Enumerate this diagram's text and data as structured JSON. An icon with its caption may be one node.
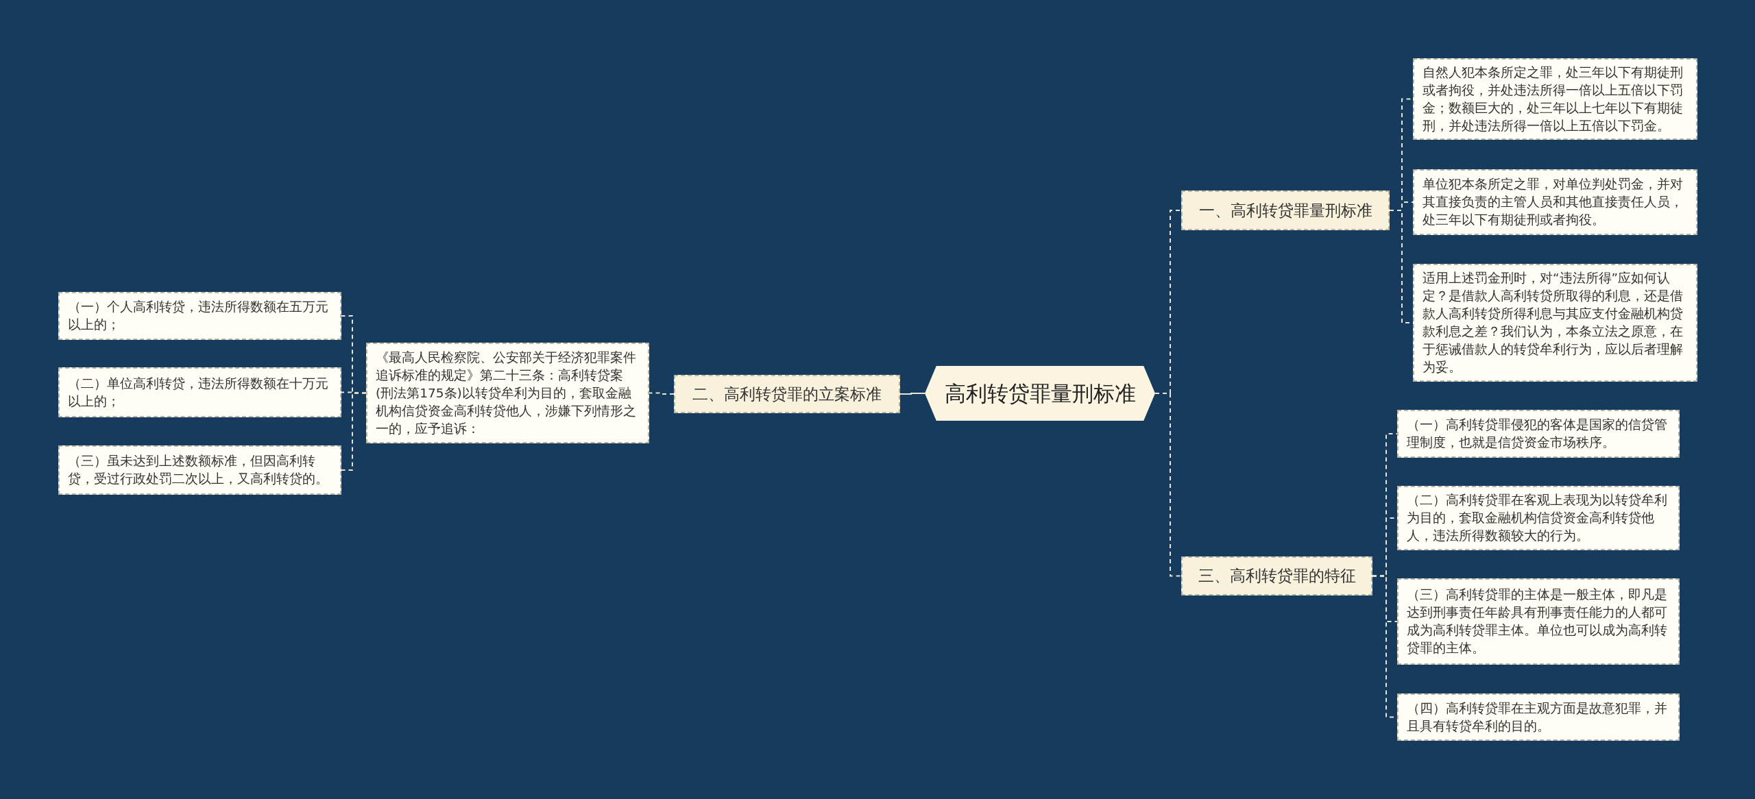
{
  "diagram": {
    "nodes": [
      {
        "text": [
          "高利转贷罪量刑标准"
        ]
      },
      {
        "text": [
          "一、高利转贷罪量刑标准"
        ]
      },
      {
        "text": [
          "自然人犯本条所定之罪，处三年以下有期徒刑或者拘役，并处违法所得一倍以上五倍以下罚金；数额巨大的，处三年以上七年以下有期徒刑，并处违法所得一倍以上五倍以下罚金。"
        ]
      },
      {
        "text": [
          "单位犯本条所定之罪，对单位判处罚金，并对其直接负责的主管人员和其他直接责任人员，处三年以下有期徒刑或者拘役。"
        ]
      },
      {
        "text": [
          "适用上述罚金刑时，对“违法所得”应如何认定？是借款人高利转贷所取得的利息，还是借款人高利转贷所得利息与其应支付金融机构贷款利息之差？我们认为，本条立法之原意，在于惩诫借款人的转贷牟利行为，应以后者理解为妥。"
        ]
      },
      {
        "text": [
          "二、高利转贷罪的立案标准"
        ]
      },
      {
        "text": [
          "《最高人民检察院、公安部关于经济犯罪案件追诉标准的规定》第二十三条：高利转贷案(刑法第175条)以转贷牟利为目的，套取金融机构信贷资金高利转贷他人，涉嫌下列情形之一的，应予追诉："
        ]
      },
      {
        "text": [
          "（一）个人高利转贷，违法所得数额在五万元以上的；"
        ]
      },
      {
        "text": [
          "（二）单位高利转贷，违法所得数额在十万元以上的；"
        ]
      },
      {
        "text": [
          "（三）虽未达到上述数额标准，但因高利转贷，受过行政处罚二次以上，又高利转贷的。"
        ]
      },
      {
        "text": [
          "三、高利转贷罪的特征"
        ]
      },
      {
        "text": [
          "（一）高利转贷罪侵犯的客体是国家的信贷管理制度，也就是信贷资金市场秩序。"
        ]
      },
      {
        "text": [
          "（二）高利转贷罪在客观上表现为以转贷牟利为目的，套取金融机构信贷资金高利转贷他人，违法所得数额较大的行为。"
        ]
      },
      {
        "text": [
          "（三）高利转贷罪的主体是一般主体，即凡是达到刑事责任年龄具有刑事责任能力的人都可成为高利转贷罪主体。单位也可以成为高利转贷罪的主体。"
        ]
      },
      {
        "text": [
          "（四）高利转贷罪在主观方面是故意犯罪，并且具有转贷牟利的目的。"
        ]
      }
    ],
    "edges": [
      {
        "from": 0,
        "to": 1,
        "arrow": "none",
        "style": "dashed"
      },
      {
        "from": 1,
        "to": 2,
        "arrow": "none",
        "style": "dashed"
      },
      {
        "from": 1,
        "to": 3,
        "arrow": "none",
        "style": "dashed"
      },
      {
        "from": 1,
        "to": 4,
        "arrow": "none",
        "style": "dashed"
      },
      {
        "from": 0,
        "to": 5,
        "arrow": "none"
      },
      {
        "from": 5,
        "to": 6,
        "arrow": "none",
        "style": "dashed"
      },
      {
        "from": 6,
        "to": 7,
        "arrow": "none",
        "style": "dashed"
      },
      {
        "from": 6,
        "to": 8,
        "arrow": "none",
        "style": "dashed"
      },
      {
        "from": 6,
        "to": 9,
        "arrow": "none",
        "style": "dashed"
      },
      {
        "from": 0,
        "to": 10,
        "arrow": "none",
        "style": "dashed"
      },
      {
        "from": 10,
        "to": 11,
        "arrow": "none",
        "style": "dashed"
      },
      {
        "from": 10,
        "to": 12,
        "arrow": "none",
        "style": "dashed"
      },
      {
        "from": 10,
        "to": 13,
        "arrow": "none",
        "style": "dashed"
      },
      {
        "from": 10,
        "to": 14,
        "arrow": "none",
        "style": "dashed"
      }
    ]
  }
}
